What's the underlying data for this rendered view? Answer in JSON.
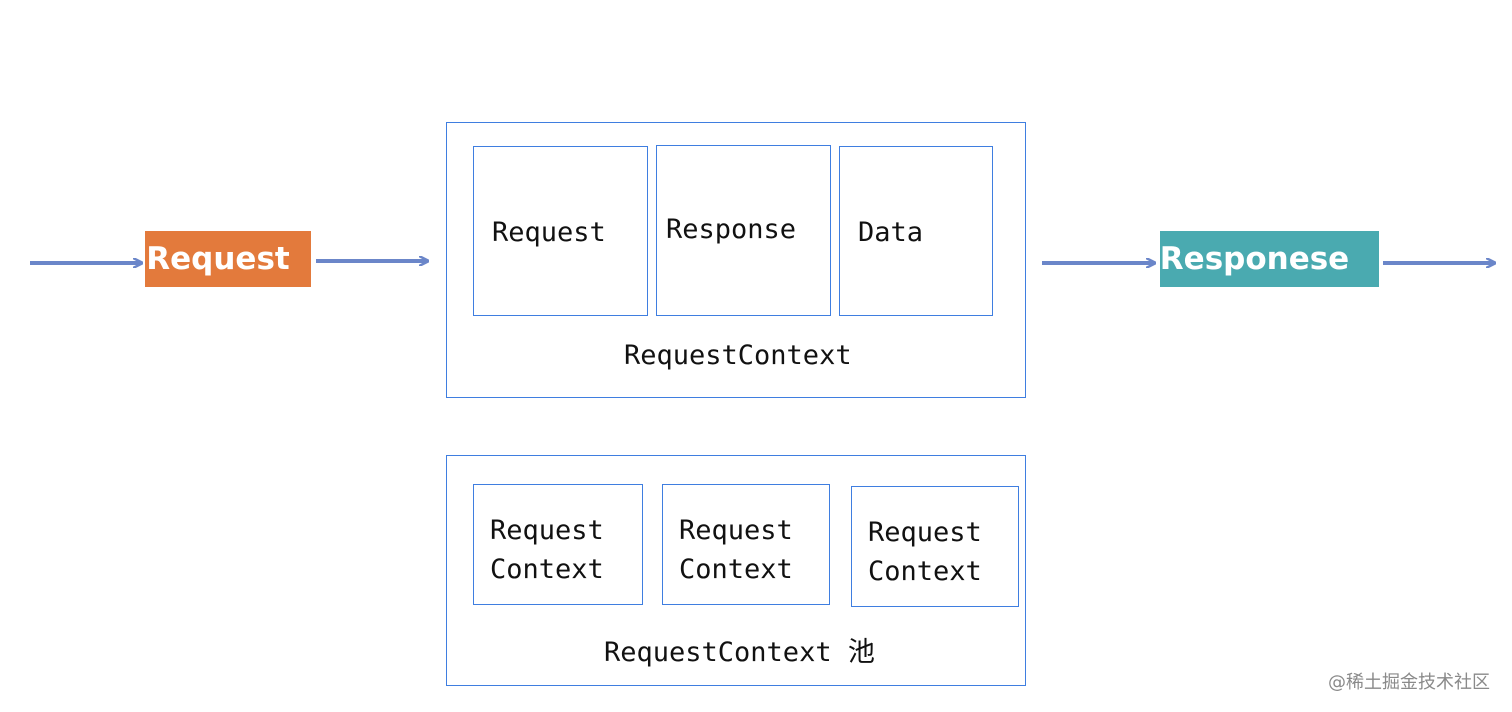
{
  "diagram": {
    "input_label": "Request",
    "output_label": "Responese",
    "context": {
      "boxes": [
        "Request",
        "Response",
        "Data"
      ],
      "caption": "RequestContext"
    },
    "pool": {
      "boxes": [
        {
          "line1": "Request",
          "line2": "Context"
        },
        {
          "line1": "Request",
          "line2": "Context"
        },
        {
          "line1": "Request",
          "line2": "Context"
        }
      ],
      "caption": "RequestContext 池"
    }
  },
  "watermark": "@稀土掘金技术社区",
  "colors": {
    "request_fill": "#e37a3c",
    "response_fill": "#4aaab0",
    "frame_stroke": "#3f7ee0",
    "arrow": "#6b86c9"
  }
}
